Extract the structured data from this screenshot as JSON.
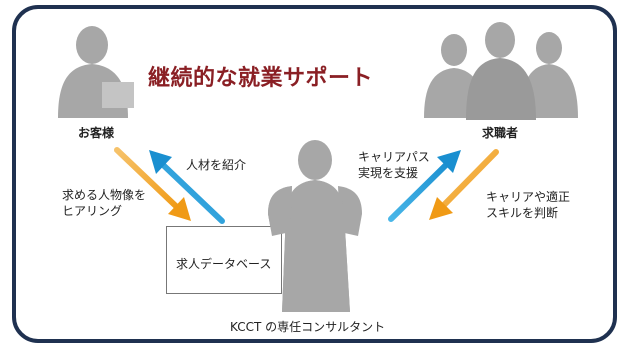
{
  "title": "継続的な就業サポート",
  "customer": {
    "label": "お客様"
  },
  "job_seeker": {
    "label": "求職者"
  },
  "consultant": {
    "label": "KCCT の専任コンサルタント"
  },
  "database": {
    "label": "求人データベース"
  },
  "arrows": {
    "introduce_talent": "人材を紹介",
    "hearing": [
      "求める人物像を",
      "ヒアリング"
    ],
    "career_support": [
      "キャリアパス",
      "実現を支援"
    ],
    "skill_judgement": [
      "キャリアや適正",
      "スキルを判断"
    ]
  },
  "colors": {
    "title": "#8a1f24",
    "frame": "#1f3150",
    "arrow_orange": "#f0a11e",
    "arrow_blue": "#1f9ad6",
    "silhouette": "#a7a7a7"
  }
}
